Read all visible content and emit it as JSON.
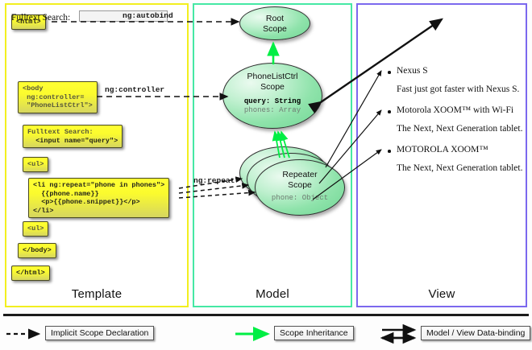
{
  "panels": {
    "template": {
      "label": "Template",
      "border_color": "#f2ef1f",
      "boxes": {
        "html_open": "<html>",
        "body_open_l1": "<body",
        "body_open_l2": " ng:controller=",
        "body_open_l3": " \"PhoneListCtrl\">",
        "search_l1": "Fulltext Search:",
        "search_l2": "  <input name=\"query\">",
        "ul_open": "<ul>",
        "li_l1": "<li ng:repeat=\"phone in phones\">",
        "li_l2": "  {{phone.name}}",
        "li_l3": "  <p>{{phone.snippet}}</p>",
        "li_l4": "</li>",
        "ul_close": "<ul>",
        "body_close": "</body>",
        "html_close": "</html>"
      }
    },
    "model": {
      "label": "Model",
      "border_color": "#45e8a4",
      "scopes": {
        "root_l1": "Root",
        "root_l2": "Scope",
        "ctrl_l1": "PhoneListCtrl",
        "ctrl_l2": "Scope",
        "ctrl_prop1": "query: String",
        "ctrl_prop2": "phones: Array",
        "repeater_l1": "Repeater",
        "repeater_l2": "Scope",
        "repeater_prop1": "phone: Object"
      }
    },
    "view": {
      "label": "View",
      "border_color": "#7b68ee",
      "search_label": "Fulltext Search:",
      "search_value": "",
      "phones": [
        {
          "name": "Nexus S",
          "snippet": "Fast just got faster with Nexus S."
        },
        {
          "name": "Motorola XOOM™  with Wi-Fi",
          "snippet": "The Next, Next Generation tablet."
        },
        {
          "name": "MOTOROLA XOOM™",
          "snippet": "The Next, Next Generation tablet."
        }
      ]
    }
  },
  "connectors": {
    "autobind": "ng:autobind",
    "controller": "ng:controller",
    "repeat": "ng:repeat"
  },
  "legend": {
    "items": [
      {
        "label": "Implicit Scope Declaration",
        "kind": "dashed-arrow",
        "color": "#111111"
      },
      {
        "label": "Scope Inheritance",
        "kind": "green-arrow",
        "color": "#00ee44"
      },
      {
        "label": "Model / View Data-binding",
        "kind": "double-arrow",
        "color": "#111111"
      }
    ]
  }
}
